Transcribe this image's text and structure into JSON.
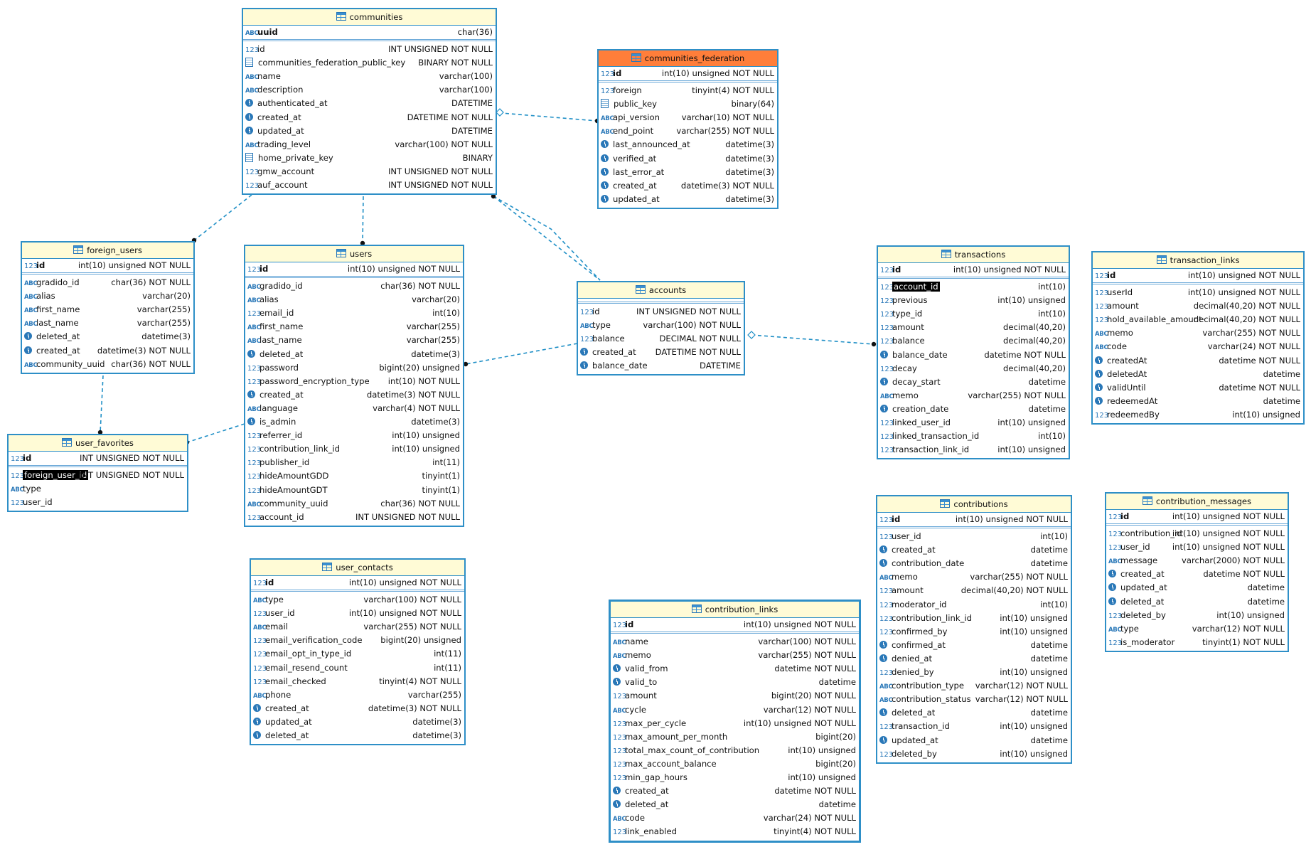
{
  "colors": {
    "border": "#2e8fc7",
    "header": "#fffbd6",
    "header_highlight": "#ff7e3a",
    "link": "#1f8fc6"
  },
  "tables": [
    {
      "id": "communities",
      "name": "communities",
      "columns": [
        [
          "uuid",
          "char(36)",
          "abc",
          1
        ],
        [
          "id",
          "INT UNSIGNED NOT NULL",
          "num"
        ],
        [
          "communities_federation_public_key",
          "BINARY NOT NULL",
          "bin"
        ],
        [
          "name",
          "varchar(100)",
          "abc"
        ],
        [
          "description",
          "varchar(100)",
          "abc"
        ],
        [
          "authenticated_at",
          "DATETIME",
          "clk"
        ],
        [
          "created_at",
          "DATETIME NOT NULL",
          "clk"
        ],
        [
          "updated_at",
          "DATETIME",
          "clk"
        ],
        [
          "trading_level",
          "varchar(100) NOT NULL",
          "abc"
        ],
        [
          "home_private_key",
          "BINARY",
          "bin"
        ],
        [
          "gmw_account",
          "INT UNSIGNED NOT NULL",
          "num"
        ],
        [
          "auf_account",
          "INT UNSIGNED NOT NULL",
          "num"
        ]
      ]
    },
    {
      "id": "communities_federation",
      "name": "communities_federation",
      "highlight": true,
      "columns": [
        [
          "id",
          "int(10) unsigned NOT NULL",
          "num",
          1
        ],
        [
          "foreign",
          "tinyint(4) NOT NULL",
          "num"
        ],
        [
          "public_key",
          "binary(64)",
          "bin"
        ],
        [
          "api_version",
          "varchar(10) NOT NULL",
          "abc"
        ],
        [
          "end_point",
          "varchar(255) NOT NULL",
          "abc"
        ],
        [
          "last_announced_at",
          "datetime(3)",
          "clk"
        ],
        [
          "verified_at",
          "datetime(3)",
          "clk"
        ],
        [
          "last_error_at",
          "datetime(3)",
          "clk"
        ],
        [
          "created_at",
          "datetime(3) NOT NULL",
          "clk"
        ],
        [
          "updated_at",
          "datetime(3)",
          "clk"
        ]
      ]
    },
    {
      "id": "foreign_users",
      "name": "foreign_users",
      "columns": [
        [
          "id",
          "int(10) unsigned NOT NULL",
          "num",
          1
        ],
        [
          "gradido_id",
          "char(36) NOT NULL",
          "abc"
        ],
        [
          "alias",
          "varchar(20)",
          "abc"
        ],
        [
          "first_name",
          "varchar(255)",
          "abc"
        ],
        [
          "last_name",
          "varchar(255)",
          "abc"
        ],
        [
          "deleted_at",
          "datetime(3)",
          "clk"
        ],
        [
          "created_at",
          "datetime(3) NOT NULL",
          "clk"
        ],
        [
          "community_uuid",
          "char(36) NOT NULL",
          "abc"
        ]
      ]
    },
    {
      "id": "users",
      "name": "users",
      "columns": [
        [
          "id",
          "int(10) unsigned NOT NULL",
          "num",
          1
        ],
        [
          "gradido_id",
          "char(36) NOT NULL",
          "abc"
        ],
        [
          "alias",
          "varchar(20)",
          "abc"
        ],
        [
          "email_id",
          "int(10)",
          "num"
        ],
        [
          "first_name",
          "varchar(255)",
          "abc"
        ],
        [
          "last_name",
          "varchar(255)",
          "abc"
        ],
        [
          "deleted_at",
          "datetime(3)",
          "clk"
        ],
        [
          "password",
          "bigint(20) unsigned",
          "num"
        ],
        [
          "password_encryption_type",
          "int(10) NOT NULL",
          "num"
        ],
        [
          "created_at",
          "datetime(3) NOT NULL",
          "clk"
        ],
        [
          "language",
          "varchar(4) NOT NULL",
          "abc"
        ],
        [
          "is_admin",
          "datetime(3)",
          "clk"
        ],
        [
          "referrer_id",
          "int(10) unsigned",
          "num"
        ],
        [
          "contribution_link_id",
          "int(10) unsigned",
          "num"
        ],
        [
          "publisher_id",
          "int(11)",
          "num"
        ],
        [
          "hideAmountGDD",
          "tinyint(1)",
          "num"
        ],
        [
          "hideAmountGDT",
          "tinyint(1)",
          "num"
        ],
        [
          "community_uuid",
          "char(36) NOT NULL",
          "abc"
        ],
        [
          "account_id",
          "INT UNSIGNED NOT NULL",
          "num"
        ]
      ]
    },
    {
      "id": "accounts",
      "name": "accounts",
      "columns": [
        [
          "id",
          "INT UNSIGNED NOT NULL",
          "num"
        ],
        [
          "type",
          "varchar(100) NOT NULL",
          "abc"
        ],
        [
          "balance",
          "DECIMAL NOT NULL",
          "num"
        ],
        [
          "created_at",
          "DATETIME NOT NULL",
          "clk"
        ],
        [
          "balance_date",
          "DATETIME",
          "clk"
        ]
      ]
    },
    {
      "id": "transactions",
      "name": "transactions",
      "columns": [
        [
          "id",
          "int(10) unsigned NOT NULL",
          "num",
          1
        ],
        [
          "account_id",
          "int(10)",
          "num",
          0,
          1
        ],
        [
          "previous",
          "int(10) unsigned",
          "num"
        ],
        [
          "type_id",
          "int(10)",
          "num"
        ],
        [
          "amount",
          "decimal(40,20)",
          "num"
        ],
        [
          "balance",
          "decimal(40,20)",
          "num"
        ],
        [
          "balance_date",
          "datetime NOT NULL",
          "clk"
        ],
        [
          "decay",
          "decimal(40,20)",
          "num"
        ],
        [
          "decay_start",
          "datetime",
          "clk"
        ],
        [
          "memo",
          "varchar(255) NOT NULL",
          "abc"
        ],
        [
          "creation_date",
          "datetime",
          "clk"
        ],
        [
          "linked_user_id",
          "int(10) unsigned",
          "num"
        ],
        [
          "linked_transaction_id",
          "int(10)",
          "num"
        ],
        [
          "transaction_link_id",
          "int(10) unsigned",
          "num"
        ]
      ]
    },
    {
      "id": "transaction_links",
      "name": "transaction_links",
      "columns": [
        [
          "id",
          "int(10) unsigned NOT NULL",
          "num",
          1
        ],
        [
          "userId",
          "int(10) unsigned NOT NULL",
          "num"
        ],
        [
          "amount",
          "decimal(40,20) NOT NULL",
          "num"
        ],
        [
          "hold_available_amount",
          "decimal(40,20) NOT NULL",
          "num"
        ],
        [
          "memo",
          "varchar(255) NOT NULL",
          "abc"
        ],
        [
          "code",
          "varchar(24) NOT NULL",
          "abc"
        ],
        [
          "createdAt",
          "datetime NOT NULL",
          "clk"
        ],
        [
          "deletedAt",
          "datetime",
          "clk"
        ],
        [
          "validUntil",
          "datetime NOT NULL",
          "clk"
        ],
        [
          "redeemedAt",
          "datetime",
          "clk"
        ],
        [
          "redeemedBy",
          "int(10) unsigned",
          "num"
        ]
      ]
    },
    {
      "id": "user_favorites",
      "name": "user_favorites",
      "columns": [
        [
          "id",
          "INT UNSIGNED NOT NULL",
          "num",
          1
        ],
        [
          "foreign_user_id",
          "INT UNSIGNED NOT NULL",
          "num",
          0,
          1
        ],
        [
          "type",
          "",
          "abc"
        ],
        [
          "user_id",
          "",
          "num"
        ]
      ]
    },
    {
      "id": "user_contacts",
      "name": "user_contacts",
      "columns": [
        [
          "id",
          "int(10) unsigned NOT NULL",
          "num",
          1
        ],
        [
          "type",
          "varchar(100) NOT NULL",
          "abc"
        ],
        [
          "user_id",
          "int(10) unsigned NOT NULL",
          "num"
        ],
        [
          "email",
          "varchar(255) NOT NULL",
          "abc"
        ],
        [
          "email_verification_code",
          "bigint(20) unsigned",
          "num"
        ],
        [
          "email_opt_in_type_id",
          "int(11)",
          "num"
        ],
        [
          "email_resend_count",
          "int(11)",
          "num"
        ],
        [
          "email_checked",
          "tinyint(4) NOT NULL",
          "num"
        ],
        [
          "phone",
          "varchar(255)",
          "abc"
        ],
        [
          "created_at",
          "datetime(3) NOT NULL",
          "clk"
        ],
        [
          "updated_at",
          "datetime(3)",
          "clk"
        ],
        [
          "deleted_at",
          "datetime(3)",
          "clk"
        ]
      ]
    },
    {
      "id": "contribution_links",
      "name": "contribution_links",
      "selected": true,
      "columns": [
        [
          "id",
          "int(10) unsigned NOT NULL",
          "num",
          1
        ],
        [
          "name",
          "varchar(100) NOT NULL",
          "abc"
        ],
        [
          "memo",
          "varchar(255) NOT NULL",
          "abc"
        ],
        [
          "valid_from",
          "datetime NOT NULL",
          "clk"
        ],
        [
          "valid_to",
          "datetime",
          "clk"
        ],
        [
          "amount",
          "bigint(20) NOT NULL",
          "num"
        ],
        [
          "cycle",
          "varchar(12) NOT NULL",
          "abc"
        ],
        [
          "max_per_cycle",
          "int(10) unsigned NOT NULL",
          "num"
        ],
        [
          "max_amount_per_month",
          "bigint(20)",
          "num"
        ],
        [
          "total_max_count_of_contribution",
          "int(10) unsigned",
          "num"
        ],
        [
          "max_account_balance",
          "bigint(20)",
          "num"
        ],
        [
          "min_gap_hours",
          "int(10) unsigned",
          "num"
        ],
        [
          "created_at",
          "datetime NOT NULL",
          "clk"
        ],
        [
          "deleted_at",
          "datetime",
          "clk"
        ],
        [
          "code",
          "varchar(24) NOT NULL",
          "abc"
        ],
        [
          "link_enabled",
          "tinyint(4) NOT NULL",
          "num"
        ]
      ]
    },
    {
      "id": "contributions",
      "name": "contributions",
      "columns": [
        [
          "id",
          "int(10) unsigned NOT NULL",
          "num",
          1
        ],
        [
          "user_id",
          "int(10)",
          "num"
        ],
        [
          "created_at",
          "datetime",
          "clk"
        ],
        [
          "contribution_date",
          "datetime",
          "clk"
        ],
        [
          "memo",
          "varchar(255) NOT NULL",
          "abc"
        ],
        [
          "amount",
          "decimal(40,20) NOT NULL",
          "num"
        ],
        [
          "moderator_id",
          "int(10)",
          "num"
        ],
        [
          "contribution_link_id",
          "int(10) unsigned",
          "num"
        ],
        [
          "confirmed_by",
          "int(10) unsigned",
          "num"
        ],
        [
          "confirmed_at",
          "datetime",
          "clk"
        ],
        [
          "denied_at",
          "datetime",
          "clk"
        ],
        [
          "denied_by",
          "int(10) unsigned",
          "num"
        ],
        [
          "contribution_type",
          "varchar(12) NOT NULL",
          "abc"
        ],
        [
          "contribution_status",
          "varchar(12) NOT NULL",
          "abc"
        ],
        [
          "deleted_at",
          "datetime",
          "clk"
        ],
        [
          "transaction_id",
          "int(10) unsigned",
          "num"
        ],
        [
          "updated_at",
          "datetime",
          "clk"
        ],
        [
          "deleted_by",
          "int(10) unsigned",
          "num"
        ]
      ]
    },
    {
      "id": "contribution_messages",
      "name": "contribution_messages",
      "columns": [
        [
          "id",
          "int(10) unsigned NOT NULL",
          "num",
          1
        ],
        [
          "contribution_id",
          "int(10) unsigned NOT NULL",
          "num"
        ],
        [
          "user_id",
          "int(10) unsigned NOT NULL",
          "num"
        ],
        [
          "message",
          "varchar(2000) NOT NULL",
          "abc"
        ],
        [
          "created_at",
          "datetime NOT NULL",
          "clk"
        ],
        [
          "updated_at",
          "datetime",
          "clk"
        ],
        [
          "deleted_at",
          "datetime",
          "clk"
        ],
        [
          "deleted_by",
          "int(10) unsigned",
          "num"
        ],
        [
          "type",
          "varchar(12) NOT NULL",
          "abc"
        ],
        [
          "is_moderator",
          "tinyint(1) NOT NULL",
          "num"
        ]
      ]
    }
  ]
}
